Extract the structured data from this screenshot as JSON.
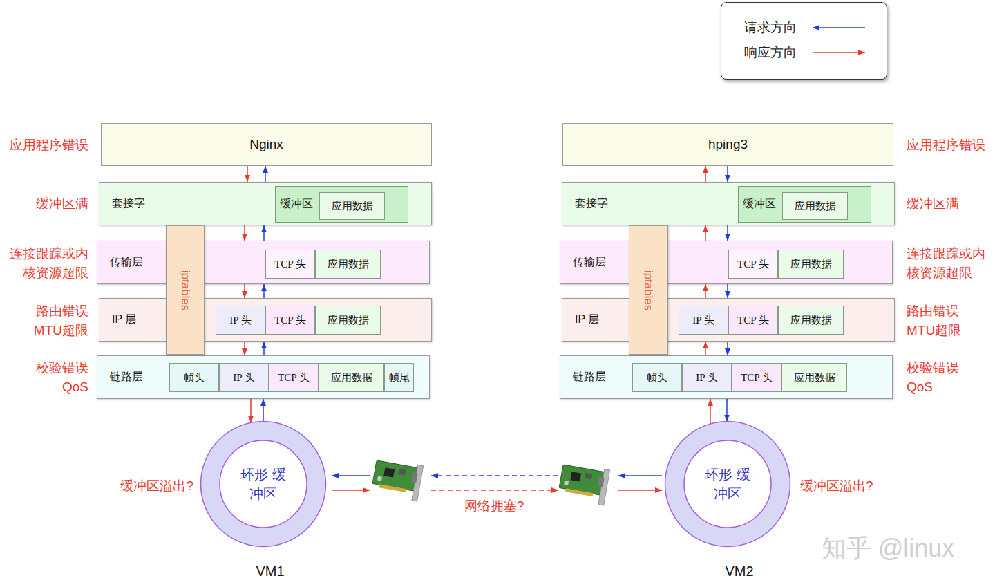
{
  "diagram": {
    "nodes": [
      {
        "text": [
          "Nginx"
        ]
      },
      {
        "text": [
          "套接字"
        ]
      },
      {
        "text": [
          "缓冲区"
        ],
        "in": 1
      },
      {
        "text": [
          "应用数据"
        ],
        "in": 2
      },
      {
        "text": [
          "传输层"
        ]
      },
      {
        "text": [
          "TCP 头"
        ],
        "in": 4
      },
      {
        "text": [
          "应用数据"
        ],
        "in": 4
      },
      {
        "text": [
          "IP 层"
        ]
      },
      {
        "text": [
          "IP 头"
        ],
        "in": 7
      },
      {
        "text": [
          "TCP 头"
        ],
        "in": 7
      },
      {
        "text": [
          "应用数据"
        ],
        "in": 7
      },
      {
        "text": [
          "链路层"
        ]
      },
      {
        "text": [
          "帧头"
        ],
        "in": 11
      },
      {
        "text": [
          "IP 头"
        ],
        "in": 11
      },
      {
        "text": [
          "TCP 头"
        ],
        "in": 11
      },
      {
        "text": [
          "应用数据"
        ],
        "in": 11
      },
      {
        "text": [
          "帧尾"
        ],
        "in": 11
      },
      {
        "text": [
          "iptables"
        ]
      },
      {
        "text": [
          "环形 缓冲区"
        ]
      },
      {
        "text": [
          "hping3"
        ]
      },
      {
        "text": [
          "套接字"
        ]
      },
      {
        "text": [
          "缓冲区"
        ],
        "in": 20
      },
      {
        "text": [
          "应用数据"
        ],
        "in": 21
      },
      {
        "text": [
          "传输层"
        ]
      },
      {
        "text": [
          "TCP 头"
        ],
        "in": 23
      },
      {
        "text": [
          "应用数据"
        ],
        "in": 23
      },
      {
        "text": [
          "IP 层"
        ]
      },
      {
        "text": [
          "IP 头"
        ],
        "in": 26
      },
      {
        "text": [
          "TCP 头"
        ],
        "in": 26
      },
      {
        "text": [
          "应用数据"
        ],
        "in": 26
      },
      {
        "text": [
          "链路层"
        ]
      },
      {
        "text": [
          "帧头"
        ],
        "in": 30
      },
      {
        "text": [
          "IP 头"
        ],
        "in": 30
      },
      {
        "text": [
          "TCP 头"
        ],
        "in": 30
      },
      {
        "text": [
          "应用数据"
        ],
        "in": 30
      },
      {
        "text": [
          "iptables"
        ]
      },
      {
        "text": [
          "环形 缓冲区"
        ]
      }
    ],
    "edges": [
      {
        "from": 0,
        "to": 1,
        "arrow": "to"
      },
      {
        "from": 1,
        "to": 4,
        "arrow": "to"
      },
      {
        "from": 4,
        "to": 7,
        "arrow": "to"
      },
      {
        "from": 7,
        "to": 11,
        "arrow": "to"
      },
      {
        "from": 11,
        "to": 18,
        "arrow": "to"
      },
      {
        "from": 18,
        "to": 11,
        "arrow": "to"
      },
      {
        "from": 11,
        "to": 7,
        "arrow": "to"
      },
      {
        "from": 7,
        "to": 4,
        "arrow": "to"
      },
      {
        "from": 4,
        "to": 1,
        "arrow": "to"
      },
      {
        "from": 1,
        "to": 0,
        "arrow": "to"
      },
      {
        "from": 36,
        "to": 30,
        "arrow": "to"
      },
      {
        "from": 30,
        "to": 26,
        "arrow": "to"
      },
      {
        "from": 26,
        "to": 23,
        "arrow": "to"
      },
      {
        "from": 23,
        "to": 20,
        "arrow": "to"
      },
      {
        "from": 20,
        "to": 19,
        "arrow": "to"
      },
      {
        "from": 19,
        "to": 20,
        "arrow": "to"
      },
      {
        "from": 20,
        "to": 23,
        "arrow": "to"
      },
      {
        "from": 23,
        "to": 26,
        "arrow": "to"
      },
      {
        "from": 26,
        "to": 30,
        "arrow": "to"
      },
      {
        "from": 30,
        "to": 36,
        "arrow": "to"
      }
    ],
    "labels": [
      "应用程序错误",
      "应用程序错误",
      "缓冲区满",
      "缓冲区满",
      "连接跟踪或内核资源超限",
      "连接跟踪或内核资源超限",
      "路由错误 MTU超限",
      "路由错误 MTU超限",
      "校验错误 QoS",
      "校验错误 QoS",
      "缓冲区溢出?",
      "缓冲区溢出?",
      "网络拥塞?",
      "VM1",
      "VM2",
      "知乎 @linux"
    ],
    "legend": [
      {
        "text": "请求方向"
      },
      {
        "text": "响应方向"
      }
    ]
  }
}
